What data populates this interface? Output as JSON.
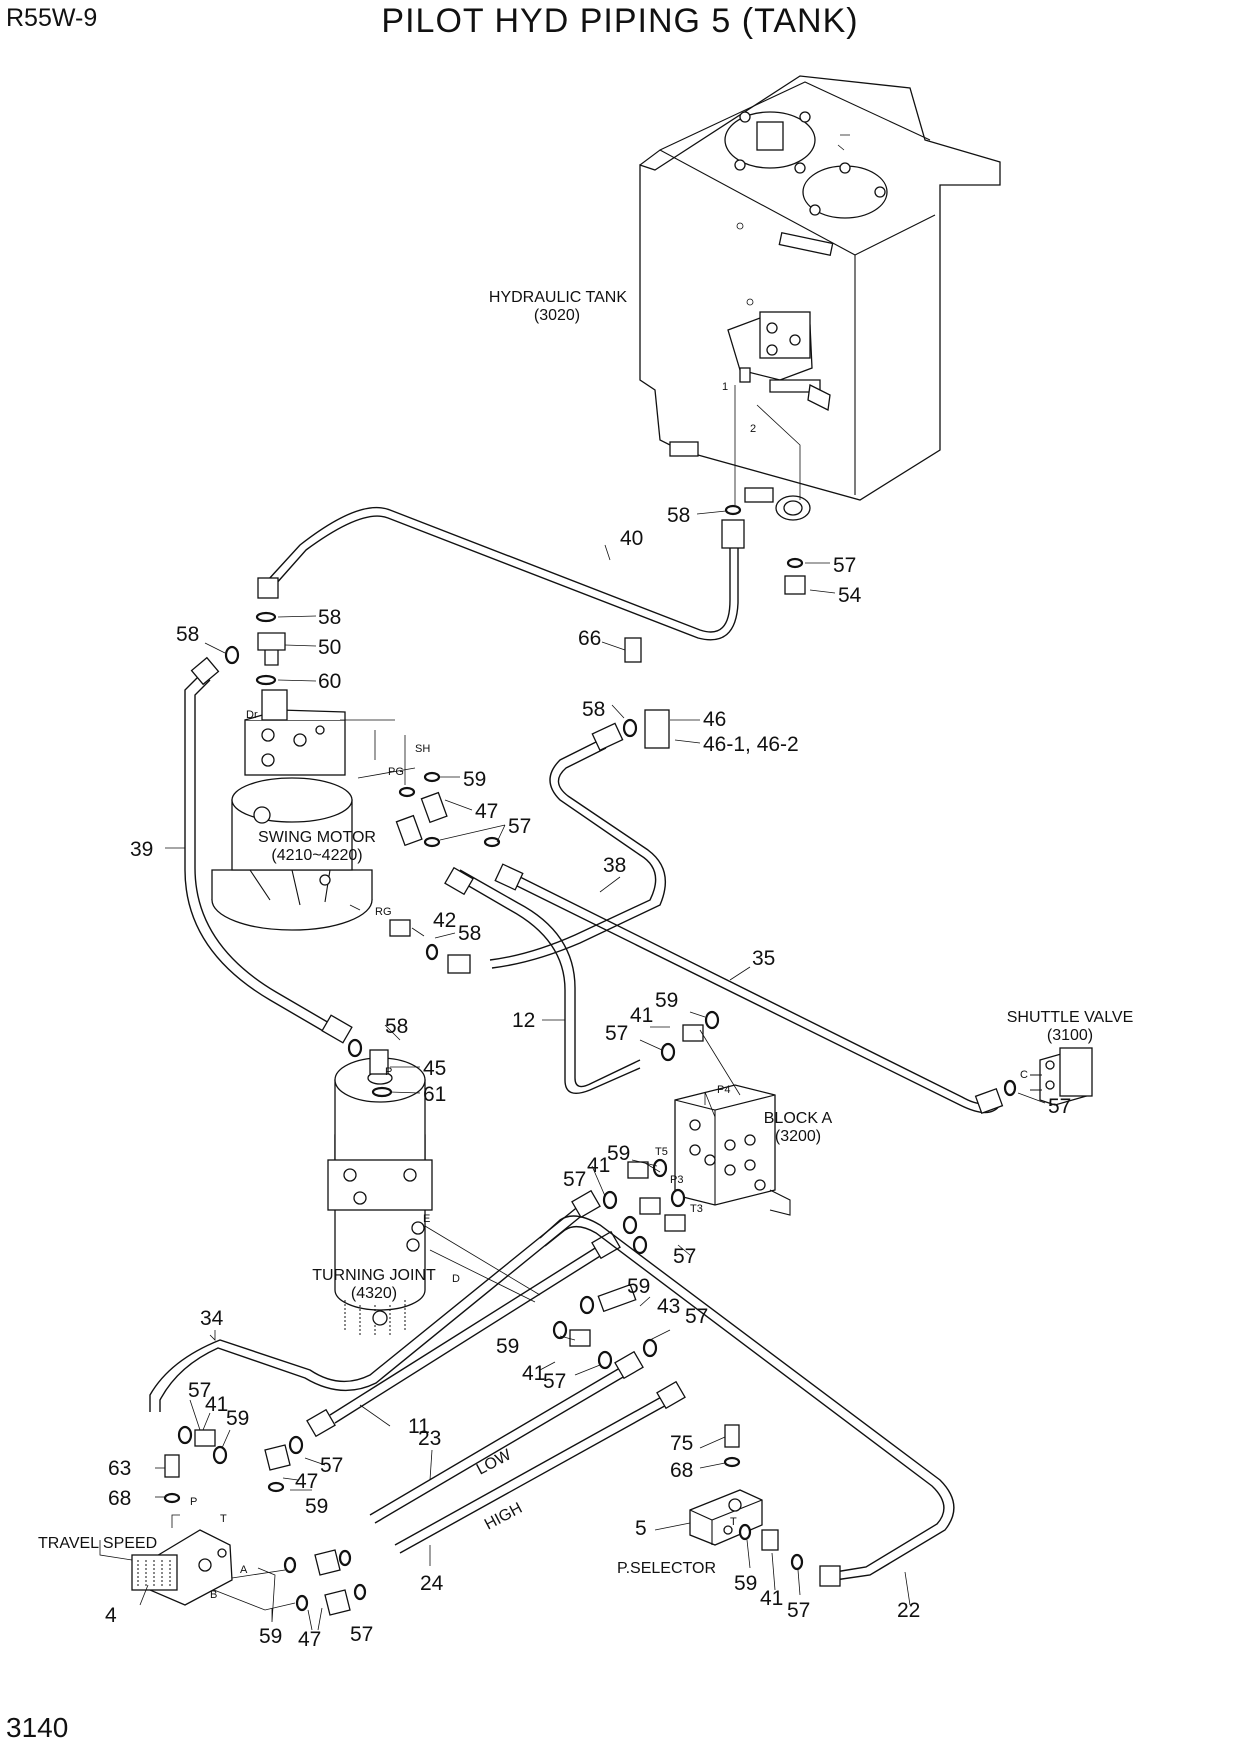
{
  "header": {
    "model": "R55W-9",
    "title": "PILOT HYD PIPING 5 (TANK)",
    "page_number": "3140"
  },
  "labels": {
    "hydraulic_tank": "HYDRAULIC TANK",
    "hydraulic_tank_code": "(3020)",
    "swing_motor": "SWING MOTOR",
    "swing_motor_code": "(4210~4220)",
    "turning_joint": "TURNING JOINT",
    "turning_joint_code": "(4320)",
    "shuttle_valve": "SHUTTLE VALVE",
    "shuttle_valve_code": "(3100)",
    "block_a": "BLOCK A",
    "block_a_code": "(3200)",
    "travel_speed": "TRAVEL SPEED",
    "p_selector": "P.SELECTOR",
    "low": "LOW",
    "high": "HIGH"
  },
  "ports": {
    "t1": "1",
    "t2": "2",
    "dr": "Dr",
    "sh": "SH",
    "pg": "PG",
    "rg": "RG",
    "p4": "P4",
    "t5": "T5",
    "p3": "P3",
    "t3": "T3",
    "c": "C",
    "p_tj": "P",
    "e": "E",
    "d": "D",
    "p_ts": "P",
    "t_ts": "T",
    "a": "A",
    "b": "B",
    "t_ps": "T"
  },
  "callouts": [
    "58",
    "40",
    "57",
    "54",
    "58",
    "50",
    "60",
    "58",
    "66",
    "58",
    "46",
    "46-1, 46-2",
    "59",
    "47",
    "57",
    "39",
    "38",
    "42",
    "58",
    "35",
    "12",
    "59",
    "41",
    "57",
    "58",
    "45",
    "61",
    "57",
    "59",
    "41",
    "57",
    "57",
    "59",
    "43",
    "57",
    "59",
    "41",
    "57",
    "34",
    "57",
    "41",
    "59",
    "11",
    "23",
    "63",
    "57",
    "47",
    "68",
    "59",
    "75",
    "68",
    "5",
    "59",
    "41",
    "57",
    "22",
    "24",
    "4",
    "59",
    "47",
    "57"
  ]
}
